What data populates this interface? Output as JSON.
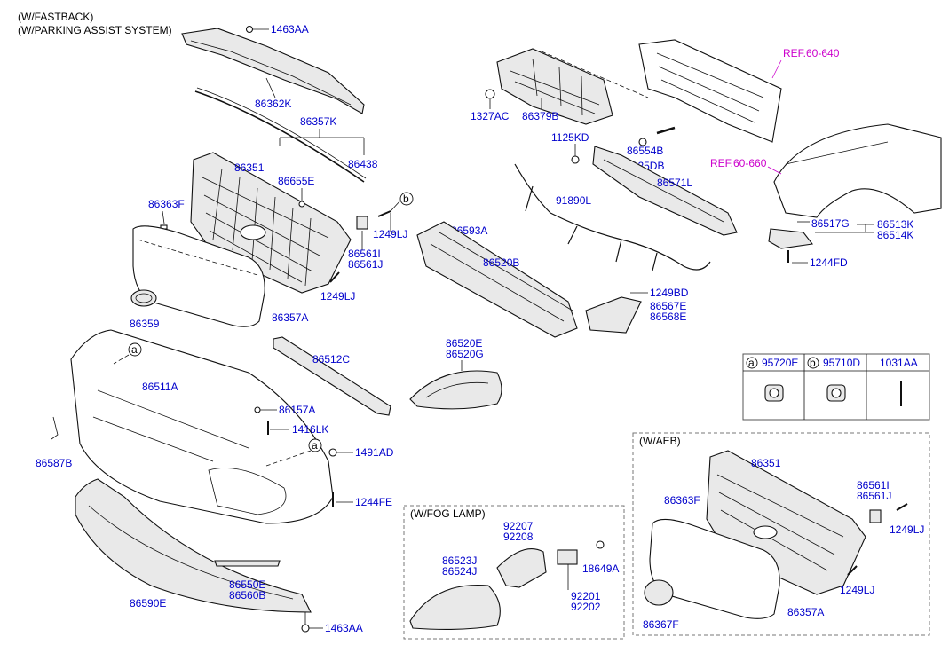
{
  "header": {
    "line1": "(W/FASTBACK)",
    "line2": "(W/PARKING ASSIST SYSTEM)"
  },
  "frames": {
    "fog_lamp": "(W/FOG LAMP)",
    "aeb": "(W/AEB)"
  },
  "refs": {
    "ref1": "REF.60-640",
    "ref2": "REF.60-660"
  },
  "markers": {
    "a": "a",
    "b": "b"
  },
  "table": {
    "a_label": "a",
    "a_part": "95720E",
    "b_label": "b",
    "b_part": "95710D",
    "c_part": "1031AA"
  },
  "parts": {
    "p1463AA_top": "1463AA",
    "p86362K": "86362K",
    "p86357K": "86357K",
    "p86438": "86438",
    "p86351": "86351",
    "p86655E": "86655E",
    "p86363F": "86363F",
    "p1249LJ_a": "1249LJ",
    "p86561I": "86561I",
    "p86561J": "86561J",
    "p1249LJ_b": "1249LJ",
    "p86359": "86359",
    "p86357A": "86357A",
    "p1327AC": "1327AC",
    "p86379B": "86379B",
    "p1125KD": "1125KD",
    "p86554B": "86554B",
    "p1125DB": "1125DB",
    "p86571L": "86571L",
    "p91890L": "91890L",
    "p86593A": "86593A",
    "p86520B": "86520B",
    "p1249BD": "1249BD",
    "p86567E": "86567E",
    "p86568E": "86568E",
    "p86517G": "86517G",
    "p86513K": "86513K",
    "p86514K": "86514K",
    "p1244FD": "1244FD",
    "p86520E": "86520E",
    "p86520G": "86520G",
    "p86512C": "86512C",
    "p86511A": "86511A",
    "p86157A": "86157A",
    "p1416LK": "1416LK",
    "p1491AD": "1491AD",
    "p86587B": "86587B",
    "p1244FE": "1244FE",
    "p86550E": "86550E",
    "p86560B": "86560B",
    "p86590E": "86590E",
    "p1463AA_bot": "1463AA",
    "p92207": "92207",
    "p92208": "92208",
    "p86523J": "86523J",
    "p86524J": "86524J",
    "p18649A": "18649A",
    "p92201": "92201",
    "p92202": "92202",
    "aeb_86351": "86351",
    "aeb_86363F": "86363F",
    "aeb_86561I": "86561I",
    "aeb_86561J": "86561J",
    "aeb_1249LJ_a": "1249LJ",
    "aeb_1249LJ_b": "1249LJ",
    "aeb_86367F": "86367F",
    "aeb_86357A": "86357A"
  }
}
